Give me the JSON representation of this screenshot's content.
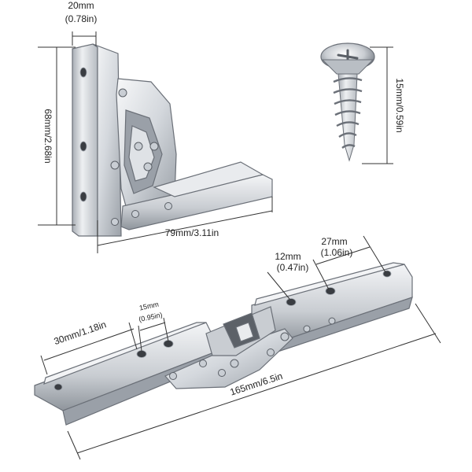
{
  "colors": {
    "steel_light": "#eef0f2",
    "steel_mid": "#c3c8ce",
    "steel_dark": "#7d838b",
    "dimension_line": "#333333",
    "text": "#222222"
  },
  "dimensions": {
    "bracket_width": "20mm",
    "bracket_width_in": "(0.78in)",
    "bracket_height": "68mm/2.68in",
    "bracket_length": "79mm/3.11in",
    "screw_length": "15mm/0.59in",
    "hole_spacing_small": "15mm",
    "hole_spacing_small_in": "(0.95in)",
    "end_offset": "30mm/1.18in",
    "hole_diameter": "12mm",
    "hole_diameter_in": "(0.47in)",
    "hole_spacing_large": "27mm",
    "hole_spacing_large_in": "(1.06in)",
    "total_length": "165mm/6.5in"
  },
  "icons": {
    "folded_bracket": "folded-hinge-bracket-icon",
    "screw": "wood-screw-icon",
    "extended_bracket": "extended-hinge-bracket-icon"
  }
}
